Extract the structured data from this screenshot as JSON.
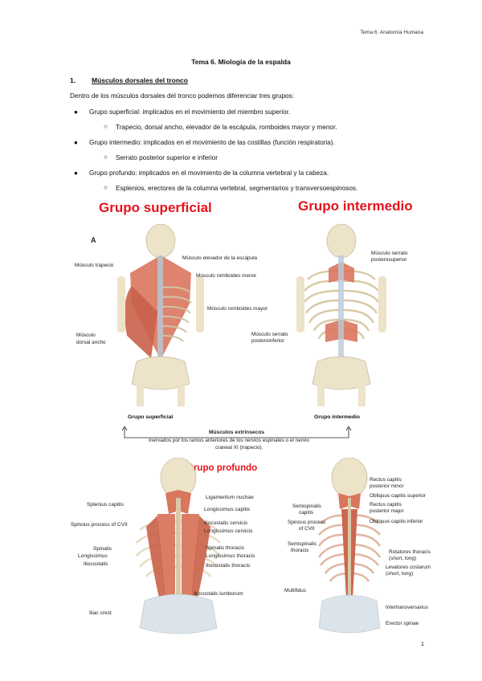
{
  "header_right": "Tema 6. Anatomía Humana",
  "title": "Tema 6. Miología de la espalda",
  "section": {
    "number": "1.",
    "heading": "Músculos dorsales del tronco"
  },
  "intro": "Dentro de los músculos dorsales del tronco podemos diferenciar tres grupos:",
  "bullets": [
    {
      "text": "Grupo superficial: implicados en el movimiento del miembro superior.",
      "sub": "Trapecio, dorsal ancho, elevador de la escápula, romboides mayor y menor."
    },
    {
      "text": "Grupo intermedio: implicados en el movimiento de las costillas (función respiratoria).",
      "sub": "Serrato posterior superior e inferior"
    },
    {
      "text": "Grupo profundo: implicados en el movimiento de la columna vertebral y la cabeza.",
      "sub": "Esplenios, erectores de la columna vertebral, segmentarios y transversoespinosos."
    }
  ],
  "figure_top": {
    "heading_left": "Grupo superficial",
    "heading_right": "Grupo intermedio",
    "panel_letter": "A",
    "labels_left": [
      "Músculo trapecio",
      "Músculo elevador de la escápula",
      "Músculo romboides menor",
      "Músculo romboides mayor",
      "Músculo",
      "dorsal ancho"
    ],
    "labels_right": [
      "Músculo serrato",
      "posterosuperior",
      "Músculo serrato",
      "posteroinferior"
    ],
    "caption_left": "Grupo superficial",
    "caption_right": "Grupo intermedio",
    "bracket_title": "Músculos extrínsecos",
    "bracket_line1": "Inervados por los ramos anteriores de los nervios espinales o el nervio",
    "bracket_line2": "craneal XI (trapecio)."
  },
  "figure_bottom": {
    "heading": "Grupo profundo",
    "labels_left_fig": [
      "Splenius capitis",
      "Spinous process of CVII",
      "Spinalis",
      "Longissimus",
      "Iliocostalis",
      "Iliac crest",
      "Ligamentum nuchae",
      "Longissimus capitis",
      "Iliocostalis cervicis",
      "Longissimus cervicis",
      "Spinalis thoracis",
      "Longissimus thoracis",
      "Iliocostalis thoracis",
      "Iliocostalis lumborum"
    ],
    "labels_right_fig": [
      "Semispinalis",
      "capitis",
      "Spinous process",
      "of CVII",
      "Semispinalis",
      "thoracis",
      "Multifidus",
      "Rectus capitis",
      "posterior minor",
      "Obliquus capitis superior",
      "Rectus capitis",
      "posterior major",
      "Obliquus capitis inferior",
      "Rotatores thoracis",
      "(short, long)",
      "Levatores costarum",
      "(short, long)",
      "Intertransversarius",
      "Erector spinae"
    ]
  },
  "page_number": "1",
  "colors": {
    "heading_red": "#e5131b",
    "muscle": "#d9765e",
    "bone": "#ece3c9"
  }
}
